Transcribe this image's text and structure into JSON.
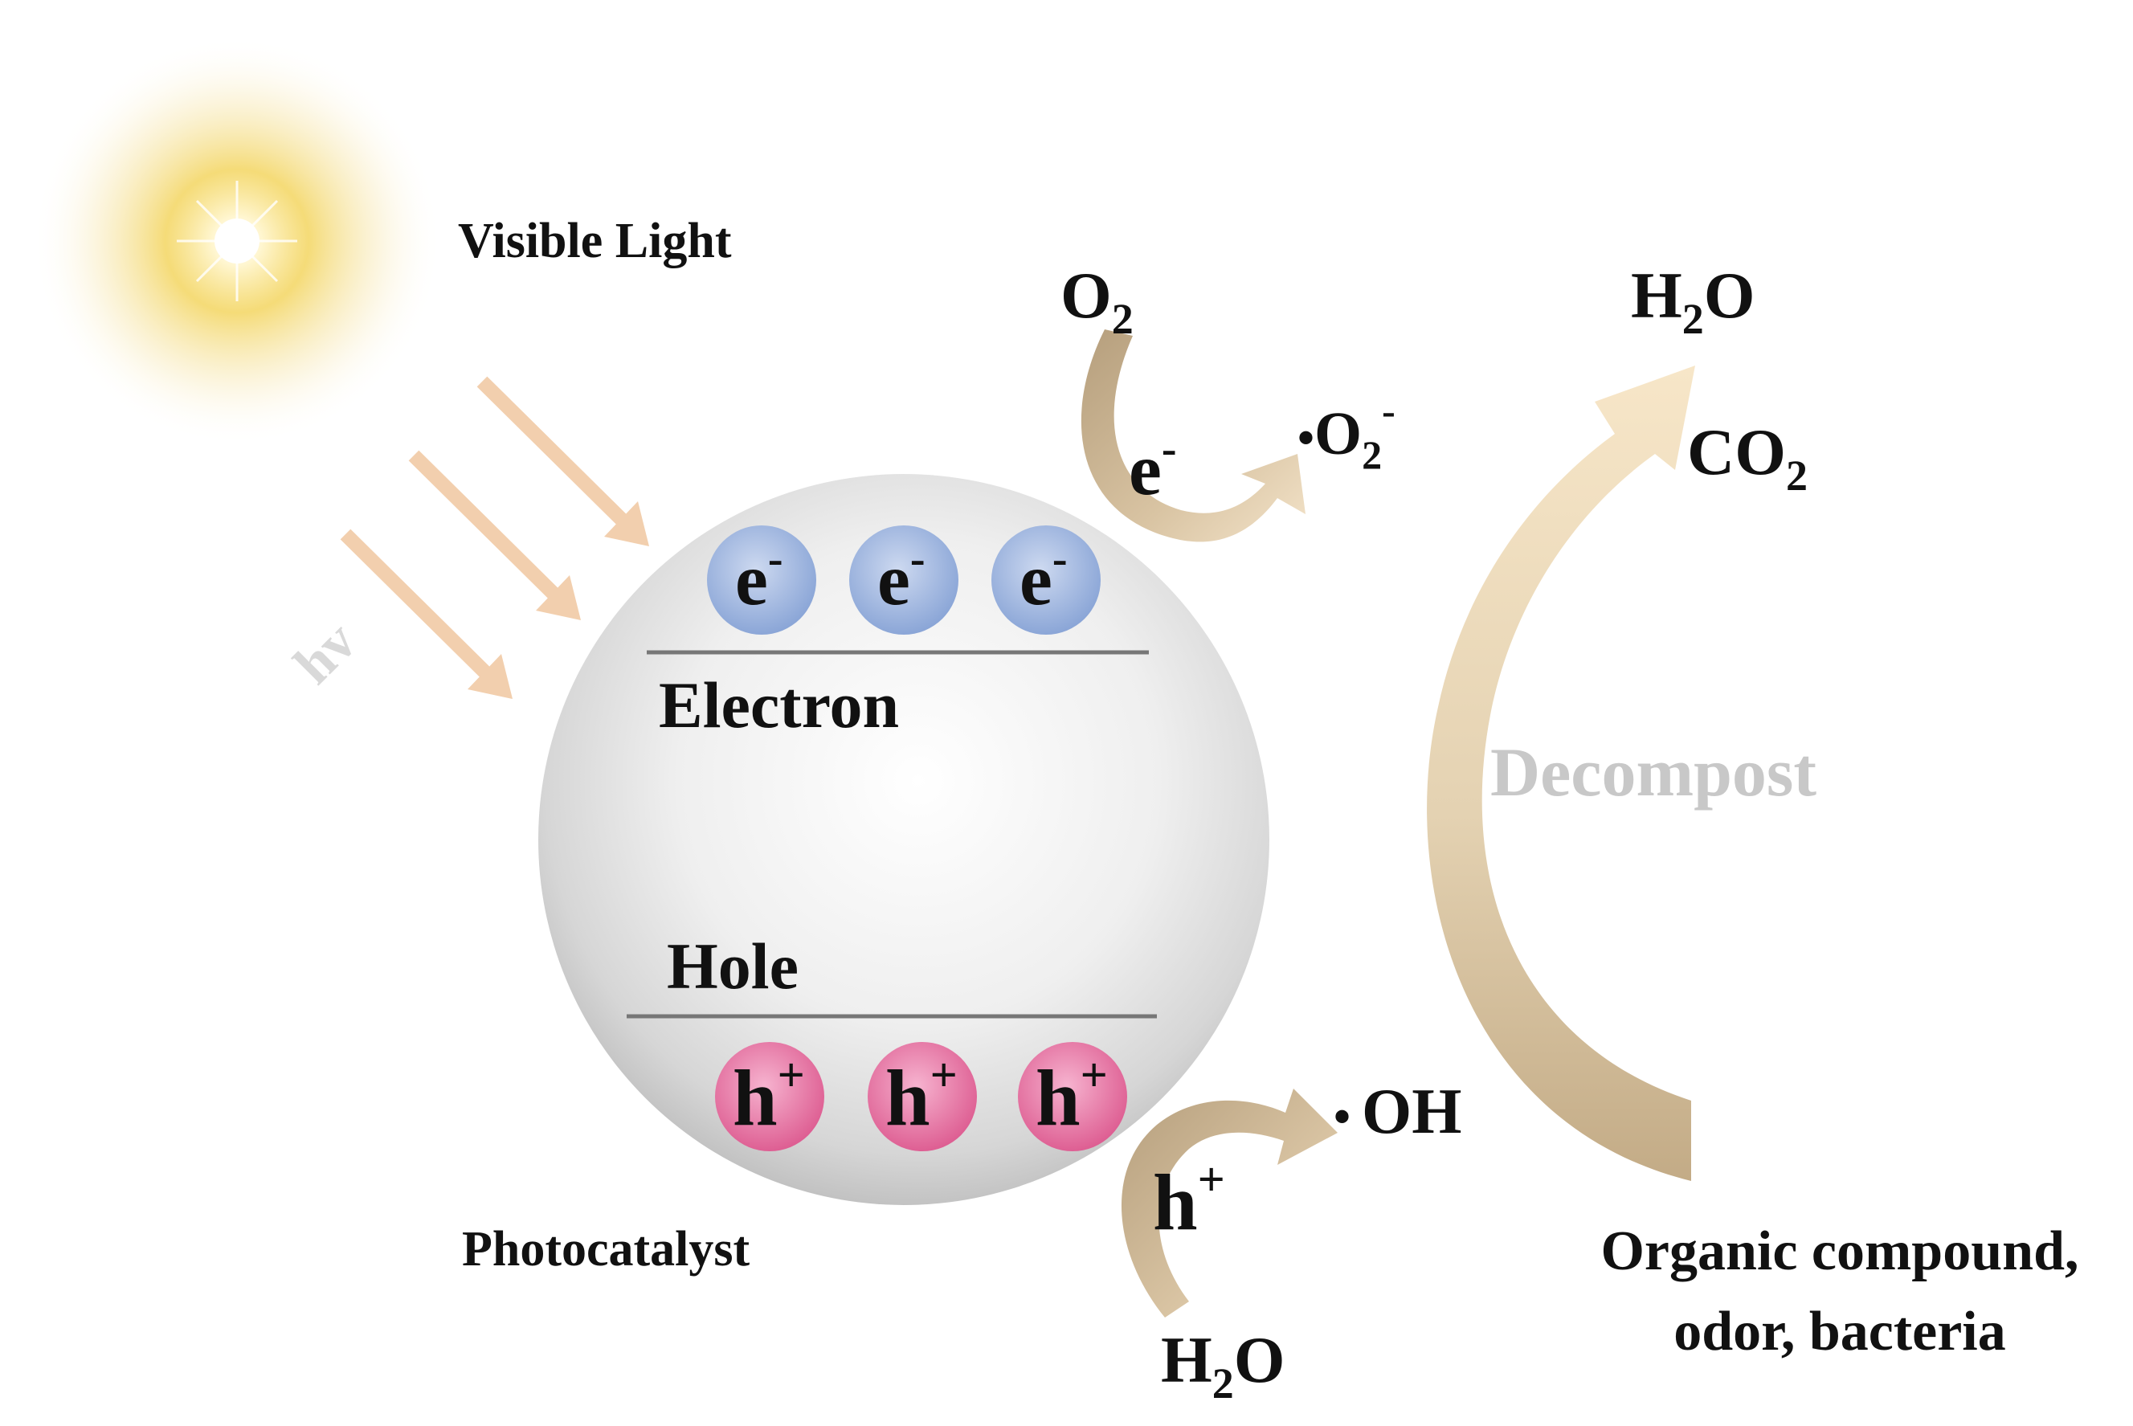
{
  "labels": {
    "visible_light": "Visible Light",
    "hv": "hv",
    "electron": "Electron",
    "hole": "Hole",
    "photocatalyst": "Photocatalyst",
    "electron_symbol": "e",
    "electron_sup": "-",
    "hole_symbol": "h",
    "hole_sup": "+",
    "o2": "O",
    "o2_sub": "2",
    "superoxide_bullet": "•",
    "superoxide": "O",
    "superoxide_sub": "2",
    "superoxide_sup": "-",
    "hydroxyl_bullet": "•",
    "hydroxyl": "OH",
    "h2o_top_h": "H",
    "h2o_top_sub": "2",
    "h2o_top_o": "O",
    "co2_c": "CO",
    "co2_sub": "2",
    "decompost": "Decompost",
    "h2o_bottom_h": "H",
    "h2o_bottom_sub": "2",
    "h2o_bottom_o": "O",
    "organic_line1": "Organic compound,",
    "organic_line2": "odor, bacteria"
  },
  "colors": {
    "arrow_light": "#f2cfae",
    "arrow_tan": "#c8b08a",
    "arrow_pale": "#f4e1c0",
    "electron_ball": "#8fa9d8",
    "hole_ball": "#e2679a",
    "sphere_light": "#fafafa",
    "sphere_dark": "#c9c9c9",
    "sun": "#f3cf45",
    "decompost_text": "#c8c8c8",
    "hv_text": "#d9d9d9"
  }
}
